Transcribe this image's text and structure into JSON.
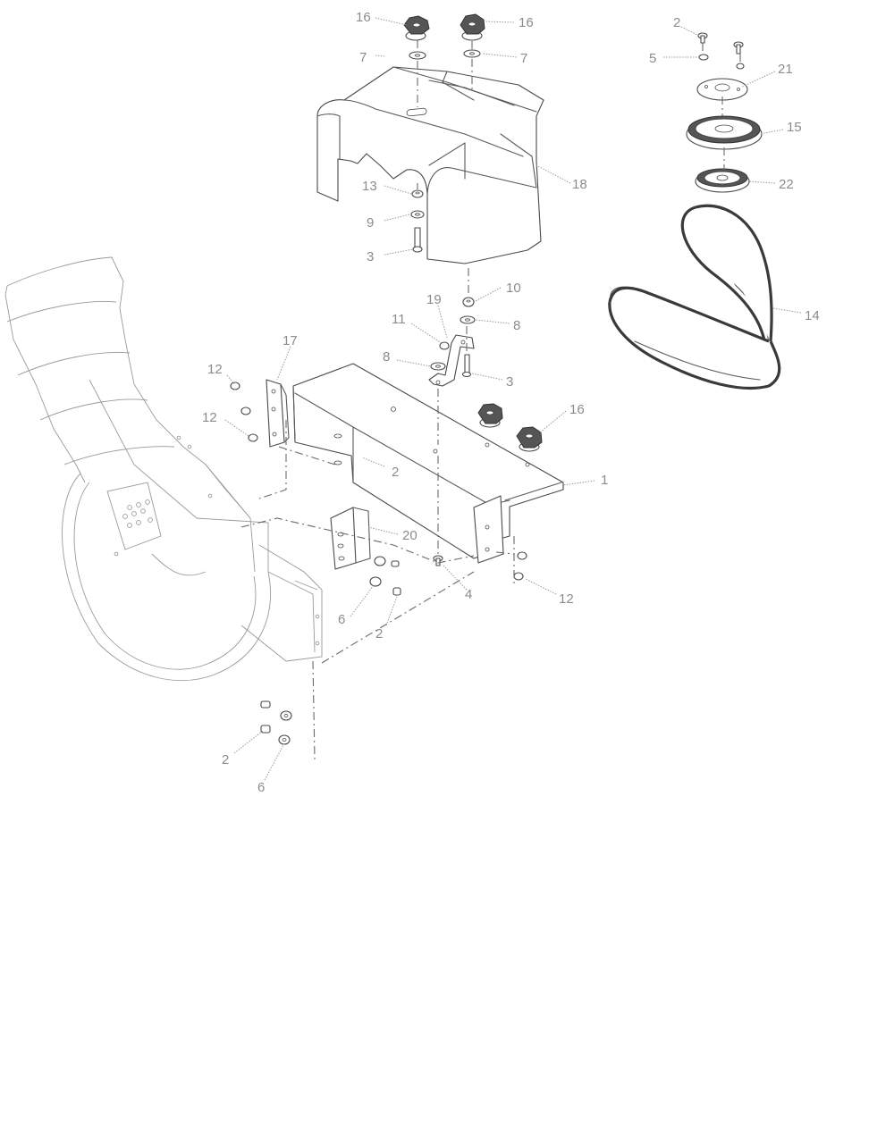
{
  "callouts": [
    {
      "id": "c16a",
      "text": "16"
    },
    {
      "id": "c16b",
      "text": "16"
    },
    {
      "id": "c7a",
      "text": "7"
    },
    {
      "id": "c7b",
      "text": "7"
    },
    {
      "id": "c18",
      "text": "18"
    },
    {
      "id": "c13",
      "text": "13"
    },
    {
      "id": "c9",
      "text": "9"
    },
    {
      "id": "c3a",
      "text": "3"
    },
    {
      "id": "c10",
      "text": "10"
    },
    {
      "id": "c2a",
      "text": "2"
    },
    {
      "id": "c5",
      "text": "5"
    },
    {
      "id": "c21",
      "text": "21"
    },
    {
      "id": "c15",
      "text": "15"
    },
    {
      "id": "c22",
      "text": "22"
    },
    {
      "id": "c14",
      "text": "14"
    },
    {
      "id": "c19",
      "text": "19"
    },
    {
      "id": "c11",
      "text": "11"
    },
    {
      "id": "c8a",
      "text": "8"
    },
    {
      "id": "c8b",
      "text": "8"
    },
    {
      "id": "c3b",
      "text": "3"
    },
    {
      "id": "c17",
      "text": "17"
    },
    {
      "id": "c12a",
      "text": "12"
    },
    {
      "id": "c12b",
      "text": "12"
    },
    {
      "id": "c16c",
      "text": "16"
    },
    {
      "id": "c1",
      "text": "1"
    },
    {
      "id": "c2b",
      "text": "2"
    },
    {
      "id": "c20",
      "text": "20"
    },
    {
      "id": "c6a",
      "text": "6"
    },
    {
      "id": "c2c",
      "text": "2"
    },
    {
      "id": "c4",
      "text": "4"
    },
    {
      "id": "c12c",
      "text": "12"
    },
    {
      "id": "c2d",
      "text": "2"
    },
    {
      "id": "c6b",
      "text": "6"
    }
  ]
}
